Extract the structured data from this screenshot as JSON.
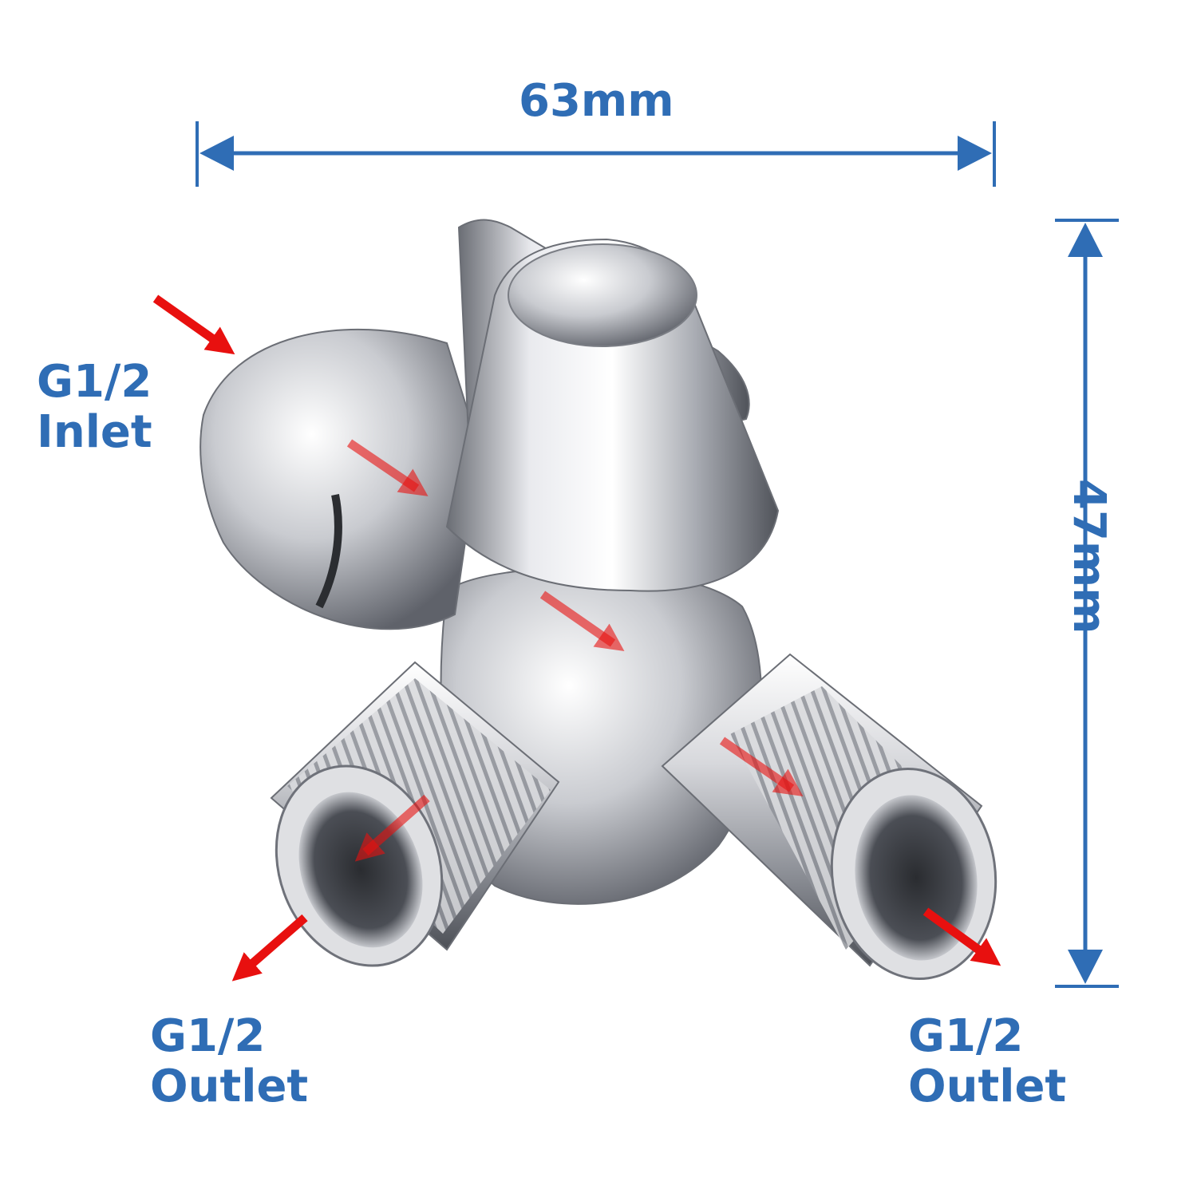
{
  "image": {
    "subject": "3-way shower diverter valve"
  },
  "dimensions": {
    "width_label": "63mm",
    "height_label": "47mm"
  },
  "ports": {
    "inlet": {
      "size": "G1/2",
      "type": "Inlet"
    },
    "outlet_left": {
      "size": "G1/2",
      "type": "Outlet"
    },
    "outlet_right": {
      "size": "G1/2",
      "type": "Outlet"
    }
  },
  "colors": {
    "dimension_blue": "#2f6db5",
    "flow_arrow_red": "#e8100f",
    "chrome_light": "#f2f2f4",
    "chrome_dark": "#5c5f66"
  }
}
